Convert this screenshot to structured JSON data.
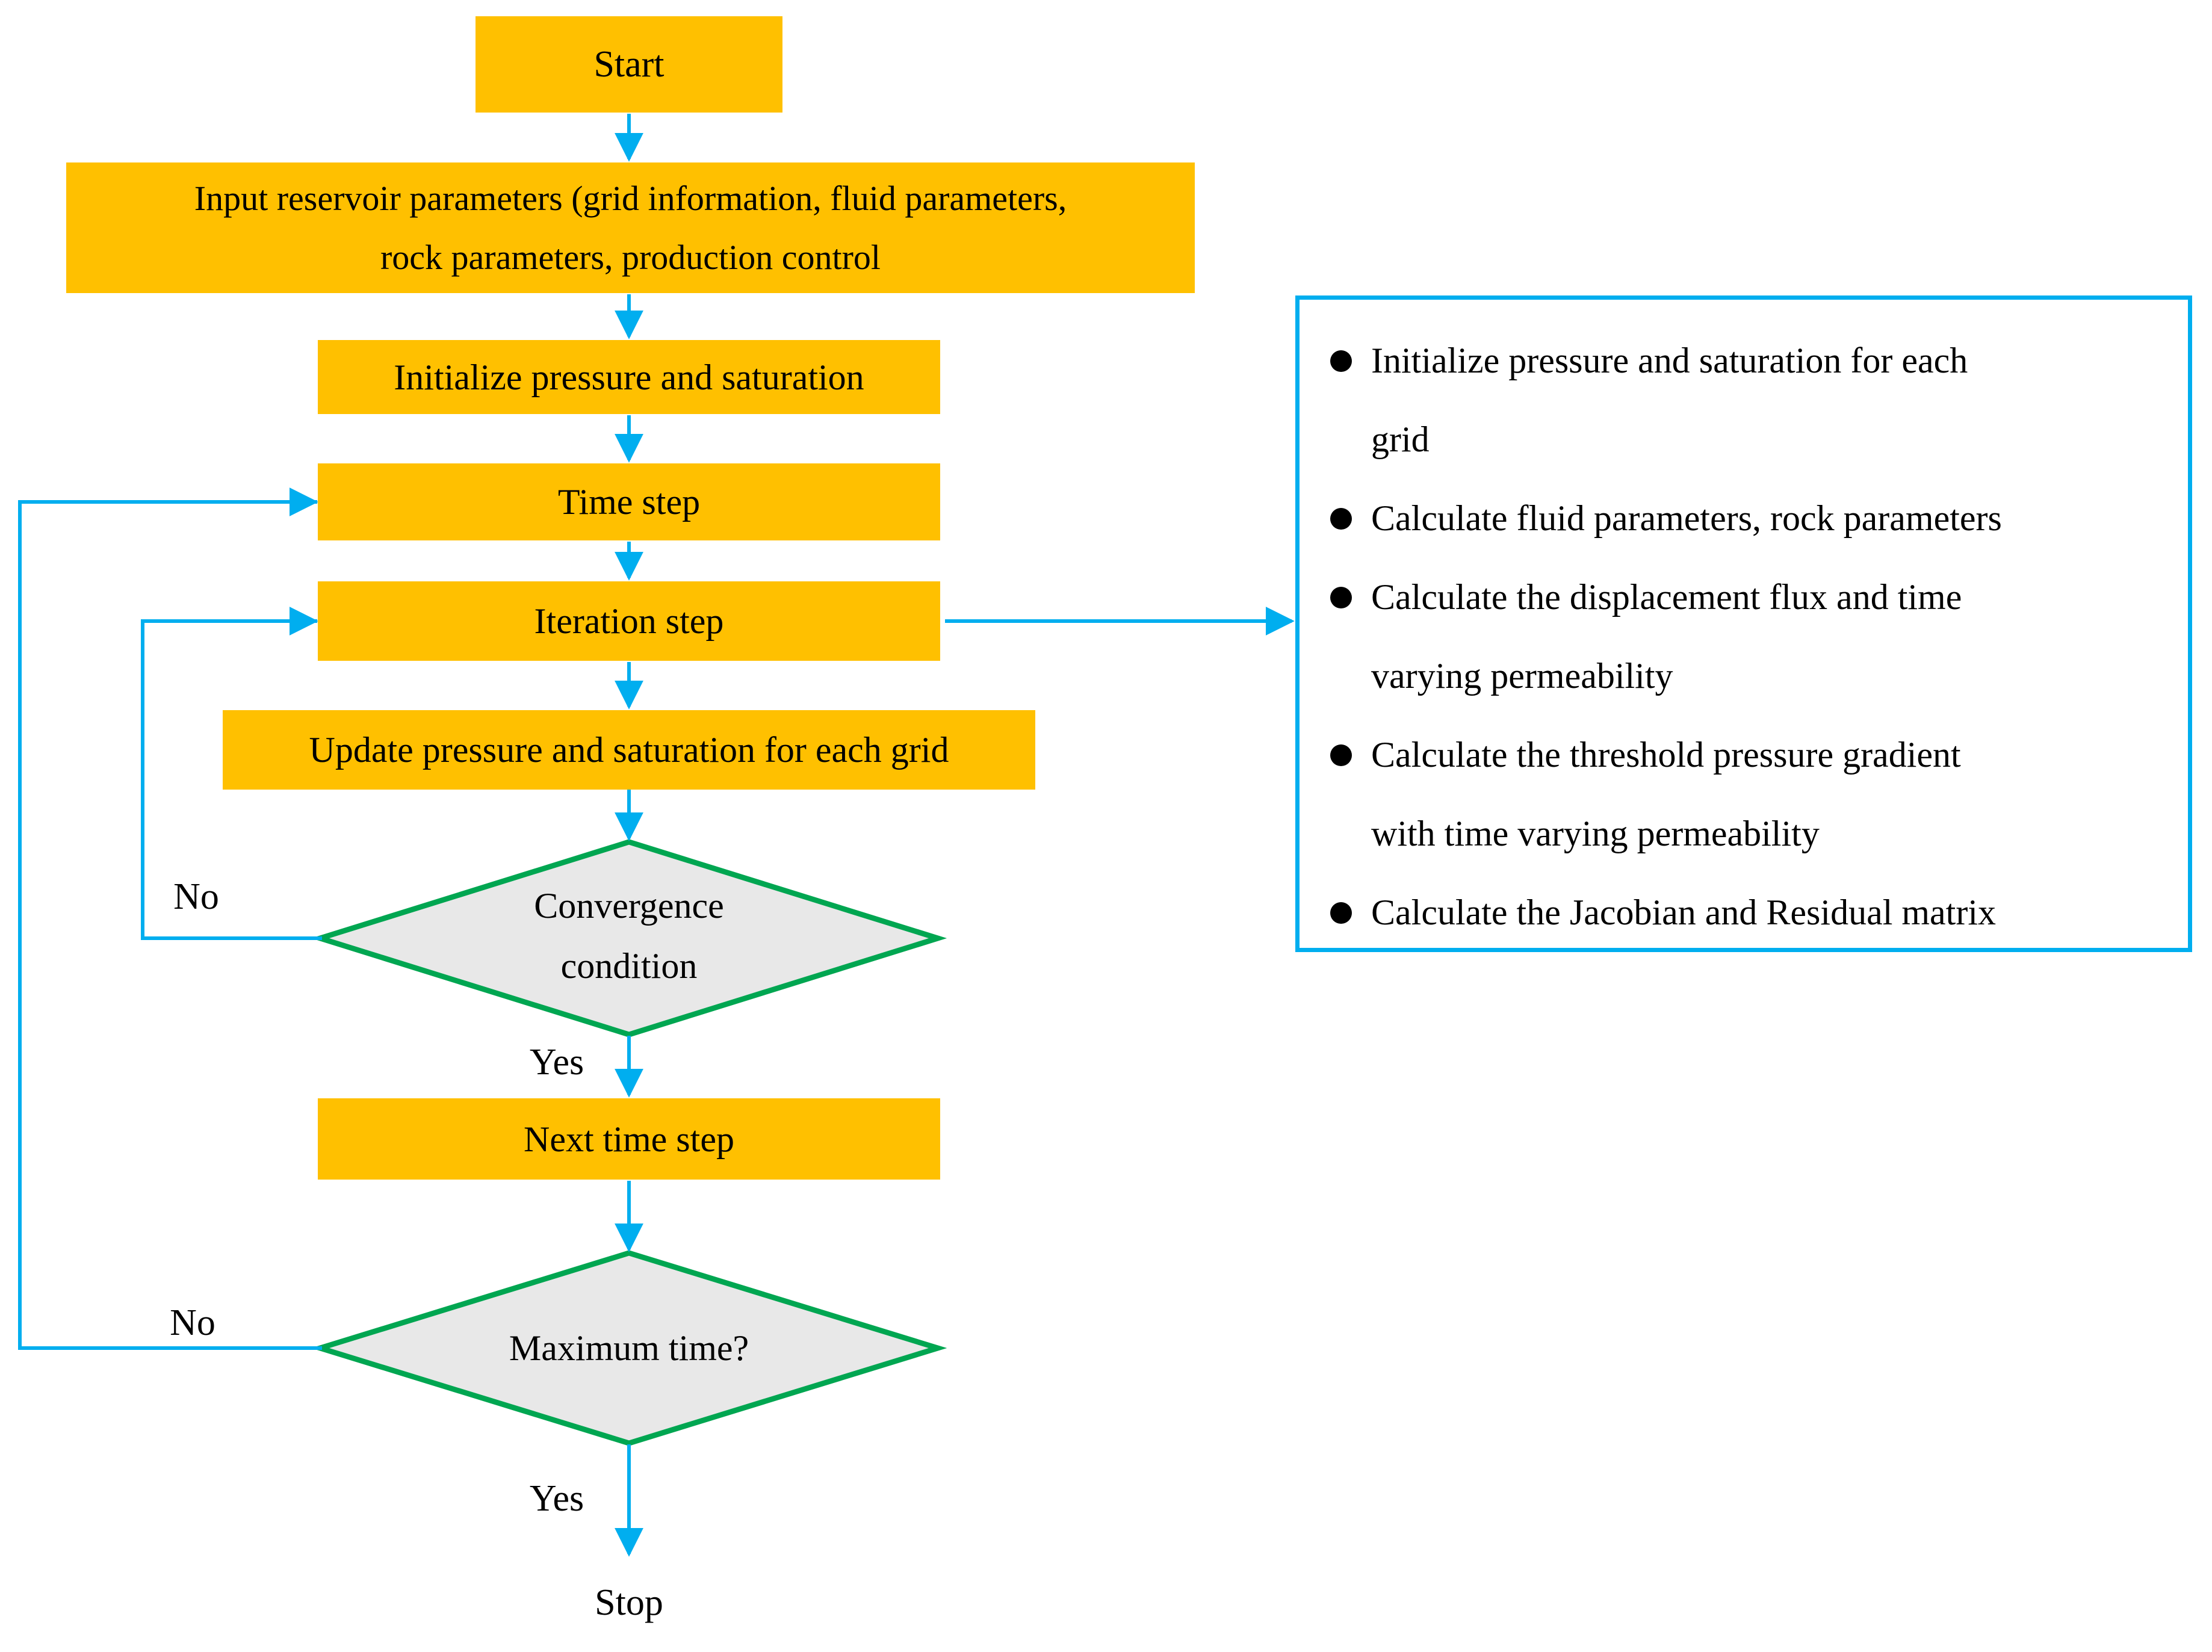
{
  "page": {
    "background": "#FFFFFF"
  },
  "colors": {
    "node_fill": "#FFC000",
    "connector": "#00AEEF",
    "decision_border": "#00A651",
    "decision_fill": "#E8E8E8",
    "panel_border": "#00AEEF",
    "text": "#000000"
  },
  "flow": {
    "start_label": "Start",
    "input_label": "Input reservoir parameters (grid information, fluid parameters,\nrock parameters, production control",
    "initialize_label": "Initialize pressure and saturation",
    "time_step_label": "Time step",
    "iteration_step_label": "Iteration step",
    "update_label": "Update pressure and saturation for each grid",
    "convergence_label": "Convergence\ncondition",
    "next_time_step_label": "Next time step",
    "maximum_time_label": "Maximum time?",
    "stop_label": "Stop",
    "convergence_no": "No",
    "convergence_yes": "Yes",
    "maximum_no": "No",
    "maximum_yes": "Yes"
  },
  "panel": {
    "items": [
      {
        "lines": [
          "Initialize pressure and saturation for each",
          "grid"
        ]
      },
      {
        "lines": [
          "Calculate fluid parameters, rock parameters"
        ]
      },
      {
        "lines": [
          "Calculate the displacement flux and time",
          "varying permeability"
        ]
      },
      {
        "lines": [
          "Calculate the threshold pressure gradient",
          "with time varying permeability"
        ]
      },
      {
        "lines": [
          "Calculate the Jacobian and Residual matrix"
        ]
      }
    ]
  }
}
